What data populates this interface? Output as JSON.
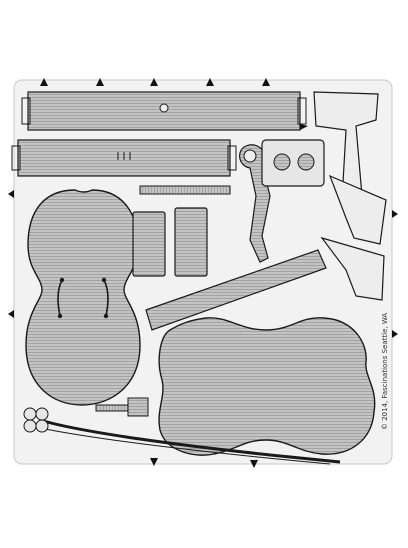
{
  "sheet": {
    "copyright": "© 2014, Fascinations Seattle, WA"
  },
  "colors": {
    "background": "#ffffff",
    "sheet_fill": "#f2f2f2",
    "sheet_edge": "#c8c8c8",
    "part_fill": "#bdbdbd",
    "part_stroke": "#1a1a1a",
    "tab": "#111111"
  },
  "parts": [
    {
      "name": "violin-body-top"
    },
    {
      "name": "violin-body-back"
    },
    {
      "name": "rib-strip-upper"
    },
    {
      "name": "rib-strip-lower"
    },
    {
      "name": "rib-panel-left"
    },
    {
      "name": "rib-panel-right"
    },
    {
      "name": "scroll-pegbox"
    },
    {
      "name": "fingerboard"
    },
    {
      "name": "bridge"
    },
    {
      "name": "bow"
    },
    {
      "name": "endpin-piece"
    }
  ]
}
